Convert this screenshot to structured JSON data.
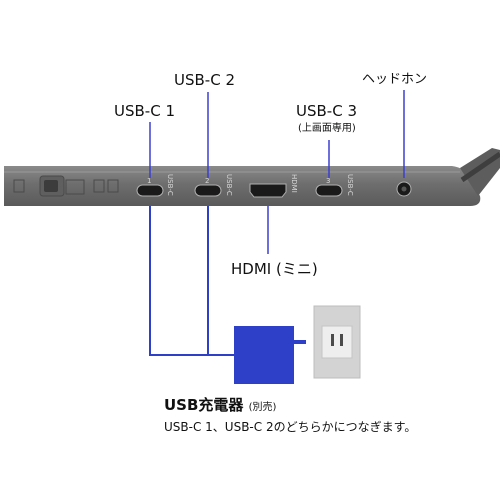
{
  "ports": {
    "usbc1": {
      "label": "USB-C 1"
    },
    "usbc2": {
      "label": "USB-C 2"
    },
    "usbc3": {
      "label": "USB-C 3",
      "note": "(上画面専用)"
    },
    "headphone": {
      "label": "ヘッドホン"
    },
    "hdmi": {
      "label": "HDMI (ミニ)"
    }
  },
  "device_markings": {
    "usbc1": "USB-C",
    "usbc2": "USB-C",
    "hdmi": "HDMI",
    "usbc3": "USB-C",
    "num1": "1",
    "num2": "2",
    "num3": "3"
  },
  "charger": {
    "title": "USB充電器",
    "title_note": "(別売)",
    "description": "USB-C 1、USB-C 2のどちらかにつなぎます。"
  },
  "colors": {
    "device_body": "#6f6f6f",
    "charger_blue": "#2e3fc8",
    "line_blue": "#2e3fc8",
    "outlet": "#d3d3d3"
  }
}
